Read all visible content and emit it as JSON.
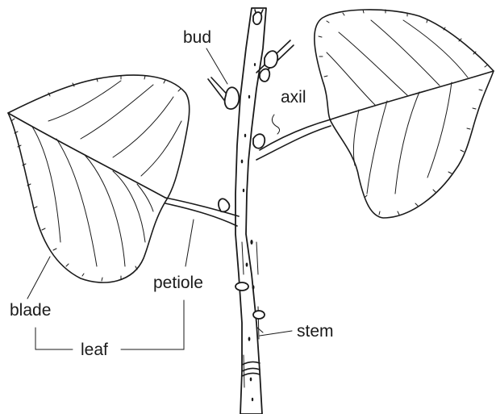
{
  "labels": {
    "bud": "bud",
    "axil": "axil",
    "blade": "blade",
    "petiole": "petiole",
    "leaf": "leaf",
    "stem": "stem"
  }
}
